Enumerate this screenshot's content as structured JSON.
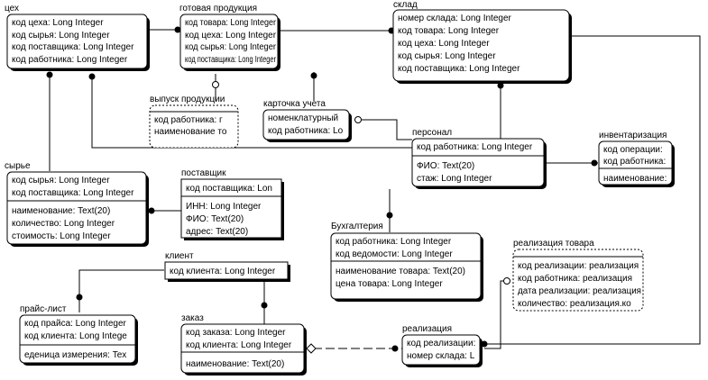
{
  "entities": {
    "tsekh": {
      "title": "цех",
      "keys": [
        "код цеха: Long Integer",
        "код сырья: Long Integer",
        "код поставщика: Long Integer",
        "код работника: Long Integer"
      ],
      "attrs": []
    },
    "gotovaya": {
      "title": "готовая продукция",
      "keys": [
        "код товара: Long Integer",
        "код цеха: Long Integer",
        "код сырья: Long Integer",
        "код поставщика: Long Integer"
      ],
      "attrs": []
    },
    "sklad": {
      "title": "склад",
      "keys": [
        "номер склада: Long Integer",
        "код товара: Long Integer",
        "код цеха: Long Integer",
        "код сырья: Long Integer",
        "код поставщика: Long Integer"
      ],
      "attrs": []
    },
    "vypusk": {
      "title": "выпуск продукции",
      "keys": [
        "код работника: г",
        "наименование то"
      ],
      "attrs": []
    },
    "kartochka": {
      "title": "карточка учета",
      "keys": [
        "номенклатурный",
        "код работника: Lo"
      ],
      "attrs": []
    },
    "personal": {
      "title": "персонал",
      "keys": [
        "код работника: Long Integer"
      ],
      "attrs": [
        "ФИО: Text(20)",
        "стаж: Long Integer"
      ]
    },
    "inventar": {
      "title": "инвентаризация",
      "keys": [
        "код операции:",
        "код работника:"
      ],
      "attrs": [
        "наименование:"
      ]
    },
    "syrye": {
      "title": "сырье",
      "keys": [
        "код сырья: Long Integer",
        "код поставщика: Long Integer"
      ],
      "attrs": [
        "наименование: Text(20)",
        "количество: Long Integer",
        "стоимость: Long Integer"
      ]
    },
    "postavshik": {
      "title": "поставщик",
      "keys": [
        "код поставщика: Lon"
      ],
      "attrs": [
        "ИНН: Long Integer",
        "ФИО: Text(20)",
        "адрес: Text(20)"
      ]
    },
    "buh": {
      "title": "Бухгалтерия",
      "keys": [
        "код работника: Long Integer",
        "код ведомости: Long Integer"
      ],
      "attrs": [
        "наименование товара: Text(20)",
        "цена товара: Long Integer"
      ]
    },
    "realtov": {
      "title": "реализация товара",
      "keys": [
        "код реализации: реализация",
        "код работника: реализация",
        "дата реализации: реализация",
        "количество: реализация.ко"
      ],
      "attrs": []
    },
    "klient": {
      "title": "клиент",
      "keys": [
        "код клиента: Long Integer"
      ],
      "attrs": []
    },
    "prais": {
      "title": "прайс-лист",
      "keys": [
        "код прайса: Long Integer",
        "код клиента: Long Intege"
      ],
      "attrs": [
        "еденица измерения: Tex"
      ]
    },
    "zakaz": {
      "title": "заказ",
      "keys": [
        "код заказа: Long Integer",
        "код клиента: Long Integer"
      ],
      "attrs": [
        "наименование: Text(20)"
      ]
    },
    "realizatsiya": {
      "title": "реализация",
      "keys": [
        "код реализации:",
        "номер склада: L"
      ],
      "attrs": []
    }
  }
}
